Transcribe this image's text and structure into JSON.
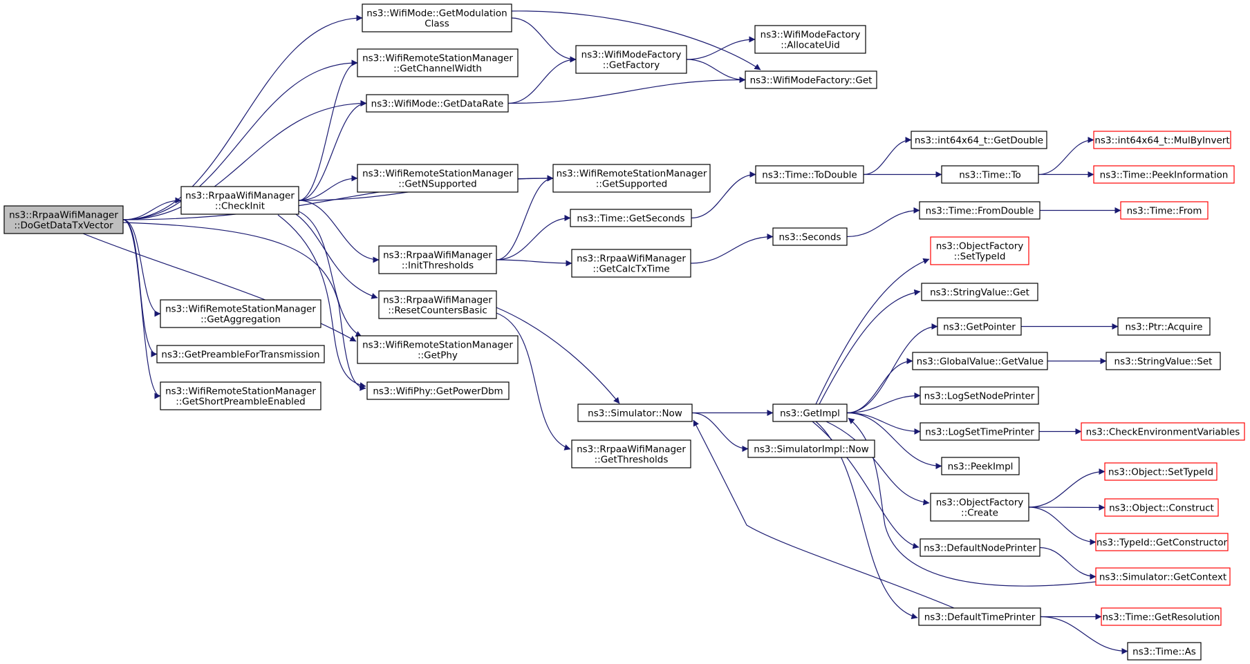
{
  "colors": {
    "edge": "#191970",
    "node_border": "#000000",
    "node_border_truncated": "#ff0000",
    "root_fill": "#bfbfbf",
    "node_fill": "#ffffff"
  },
  "nodes": {
    "root": {
      "lines": [
        "ns3::RrpaaWifiManager",
        "::DoGetDataTxVector"
      ],
      "root": true
    },
    "getModulationClass": {
      "lines": [
        "ns3::WifiMode::GetModulation",
        "Class"
      ]
    },
    "getChannelWidth": {
      "lines": [
        "ns3::WifiRemoteStationManager",
        "::GetChannelWidth"
      ]
    },
    "getDataRate": {
      "lines": [
        "ns3::WifiMode::GetDataRate"
      ]
    },
    "getFactory": {
      "lines": [
        "ns3::WifiModeFactory",
        "::GetFactory"
      ]
    },
    "allocateUid": {
      "lines": [
        "ns3::WifiModeFactory",
        "::AllocateUid"
      ]
    },
    "factoryGet": {
      "lines": [
        "ns3::WifiModeFactory::Get"
      ]
    },
    "getSupported": {
      "lines": [
        "ns3::WifiRemoteStationManager",
        "::GetSupported"
      ]
    },
    "checkInit": {
      "lines": [
        "ns3::RrpaaWifiManager",
        "::CheckInit"
      ]
    },
    "getNSupported": {
      "lines": [
        "ns3::WifiRemoteStationManager",
        "::GetNSupported"
      ]
    },
    "initThresholds": {
      "lines": [
        "ns3::RrpaaWifiManager",
        "::InitThresholds"
      ]
    },
    "resetCountersBasic": {
      "lines": [
        "ns3::RrpaaWifiManager",
        "::ResetCountersBasic"
      ]
    },
    "getPhy": {
      "lines": [
        "ns3::WifiRemoteStationManager",
        "::GetPhy"
      ]
    },
    "getPowerDbm": {
      "lines": [
        "ns3::WifiPhy::GetPowerDbm"
      ]
    },
    "getAggregation": {
      "lines": [
        "ns3::WifiRemoteStationManager",
        "::GetAggregation"
      ]
    },
    "getPreamble": {
      "lines": [
        "ns3::GetPreambleForTransmission"
      ]
    },
    "getShortPreamble": {
      "lines": [
        "ns3::WifiRemoteStationManager",
        "::GetShortPreambleEnabled"
      ]
    },
    "getSeconds": {
      "lines": [
        "ns3::Time::GetSeconds"
      ]
    },
    "getCalcTxTime": {
      "lines": [
        "ns3::RrpaaWifiManager",
        "::GetCalcTxTime"
      ]
    },
    "toDouble": {
      "lines": [
        "ns3::Time::ToDouble"
      ]
    },
    "seconds": {
      "lines": [
        "ns3::Seconds"
      ]
    },
    "int64GetDouble": {
      "lines": [
        "ns3::int64x64_t::GetDouble"
      ]
    },
    "timeTo": {
      "lines": [
        "ns3::Time::To"
      ]
    },
    "mulByInvert": {
      "lines": [
        "ns3::int64x64_t::MulByInvert"
      ],
      "truncated": true
    },
    "peekInformation": {
      "lines": [
        "ns3::Time::PeekInformation"
      ],
      "truncated": true
    },
    "fromDouble": {
      "lines": [
        "ns3::Time::FromDouble"
      ]
    },
    "timeFrom": {
      "lines": [
        "ns3::Time::From"
      ],
      "truncated": true
    },
    "simNow": {
      "lines": [
        "ns3::Simulator::Now"
      ]
    },
    "getThresholds": {
      "lines": [
        "ns3::RrpaaWifiManager",
        "::GetThresholds"
      ]
    },
    "simImplNow": {
      "lines": [
        "ns3::SimulatorImpl::Now"
      ]
    },
    "getImpl": {
      "lines": [
        "ns3::GetImpl"
      ]
    },
    "ofSetTypeId": {
      "lines": [
        "ns3::ObjectFactory",
        "::SetTypeId"
      ],
      "truncated": true
    },
    "stringValueGet": {
      "lines": [
        "ns3::StringValue::Get"
      ]
    },
    "getPointer": {
      "lines": [
        "ns3::GetPointer"
      ]
    },
    "ptrAcquire": {
      "lines": [
        "ns3::Ptr::Acquire"
      ]
    },
    "globalGetValue": {
      "lines": [
        "ns3::GlobalValue::GetValue"
      ]
    },
    "stringValueSet": {
      "lines": [
        "ns3::StringValue::Set"
      ]
    },
    "logSetNodePrinter": {
      "lines": [
        "ns3::LogSetNodePrinter"
      ]
    },
    "logSetTimePrinter": {
      "lines": [
        "ns3::LogSetTimePrinter"
      ]
    },
    "checkEnv": {
      "lines": [
        "ns3::CheckEnvironmentVariables"
      ],
      "truncated": true
    },
    "peekImpl": {
      "lines": [
        "ns3::PeekImpl"
      ]
    },
    "ofCreate": {
      "lines": [
        "ns3::ObjectFactory",
        "::Create"
      ]
    },
    "objSetTypeId": {
      "lines": [
        "ns3::Object::SetTypeId"
      ],
      "truncated": true
    },
    "objConstruct": {
      "lines": [
        "ns3::Object::Construct"
      ],
      "truncated": true
    },
    "getConstructor": {
      "lines": [
        "ns3::TypeId::GetConstructor"
      ],
      "truncated": true
    },
    "defaultNodePrinter": {
      "lines": [
        "ns3::DefaultNodePrinter"
      ]
    },
    "getContext": {
      "lines": [
        "ns3::Simulator::GetContext"
      ],
      "truncated": true
    },
    "defaultTimePrinter": {
      "lines": [
        "ns3::DefaultTimePrinter"
      ]
    },
    "getResolution": {
      "lines": [
        "ns3::Time::GetResolution"
      ],
      "truncated": true
    },
    "timeAs": {
      "lines": [
        "ns3::Time::As"
      ]
    }
  },
  "edges": [
    [
      "root",
      "getModulationClass"
    ],
    [
      "root",
      "getChannelWidth"
    ],
    [
      "root",
      "getDataRate"
    ],
    [
      "root",
      "getSupported"
    ],
    [
      "root",
      "checkInit"
    ],
    [
      "root",
      "getAggregation"
    ],
    [
      "root",
      "getPreamble"
    ],
    [
      "root",
      "getShortPreamble"
    ],
    [
      "root",
      "getPowerDbm"
    ],
    [
      "root",
      "getPhy"
    ],
    [
      "getModulationClass",
      "getFactory"
    ],
    [
      "getModulationClass",
      "factoryGet"
    ],
    [
      "getDataRate",
      "getFactory"
    ],
    [
      "getDataRate",
      "factoryGet"
    ],
    [
      "getFactory",
      "allocateUid"
    ],
    [
      "getFactory",
      "factoryGet"
    ],
    [
      "checkInit",
      "getChannelWidth"
    ],
    [
      "checkInit",
      "getDataRate"
    ],
    [
      "checkInit",
      "getNSupported"
    ],
    [
      "checkInit",
      "getSupported"
    ],
    [
      "checkInit",
      "initThresholds"
    ],
    [
      "checkInit",
      "resetCountersBasic"
    ],
    [
      "checkInit",
      "getPhy"
    ],
    [
      "checkInit",
      "getPowerDbm"
    ],
    [
      "initThresholds",
      "getSupported"
    ],
    [
      "initThresholds",
      "getSeconds"
    ],
    [
      "initThresholds",
      "getCalcTxTime"
    ],
    [
      "resetCountersBasic",
      "simNow"
    ],
    [
      "resetCountersBasic",
      "getThresholds"
    ],
    [
      "getSeconds",
      "toDouble"
    ],
    [
      "getCalcTxTime",
      "seconds"
    ],
    [
      "toDouble",
      "int64GetDouble"
    ],
    [
      "toDouble",
      "timeTo"
    ],
    [
      "timeTo",
      "mulByInvert"
    ],
    [
      "timeTo",
      "peekInformation"
    ],
    [
      "seconds",
      "fromDouble"
    ],
    [
      "fromDouble",
      "timeFrom"
    ],
    [
      "simNow",
      "getImpl"
    ],
    [
      "simNow",
      "simImplNow"
    ],
    [
      "getImpl",
      "ofSetTypeId"
    ],
    [
      "getImpl",
      "stringValueGet"
    ],
    [
      "getImpl",
      "getPointer"
    ],
    [
      "getImpl",
      "globalGetValue"
    ],
    [
      "getImpl",
      "logSetNodePrinter"
    ],
    [
      "getImpl",
      "logSetTimePrinter"
    ],
    [
      "getImpl",
      "peekImpl"
    ],
    [
      "getImpl",
      "ofCreate"
    ],
    [
      "getImpl",
      "defaultNodePrinter"
    ],
    [
      "getImpl",
      "defaultTimePrinter"
    ],
    [
      "getPointer",
      "ptrAcquire"
    ],
    [
      "globalGetValue",
      "stringValueSet"
    ],
    [
      "logSetTimePrinter",
      "checkEnv"
    ],
    [
      "ofCreate",
      "objSetTypeId"
    ],
    [
      "ofCreate",
      "objConstruct"
    ],
    [
      "ofCreate",
      "getConstructor"
    ],
    [
      "defaultNodePrinter",
      "getContext"
    ],
    [
      "getContext",
      "getImpl"
    ],
    [
      "defaultTimePrinter",
      "getResolution"
    ],
    [
      "defaultTimePrinter",
      "timeAs"
    ],
    [
      "defaultTimePrinter",
      "simNow"
    ]
  ]
}
